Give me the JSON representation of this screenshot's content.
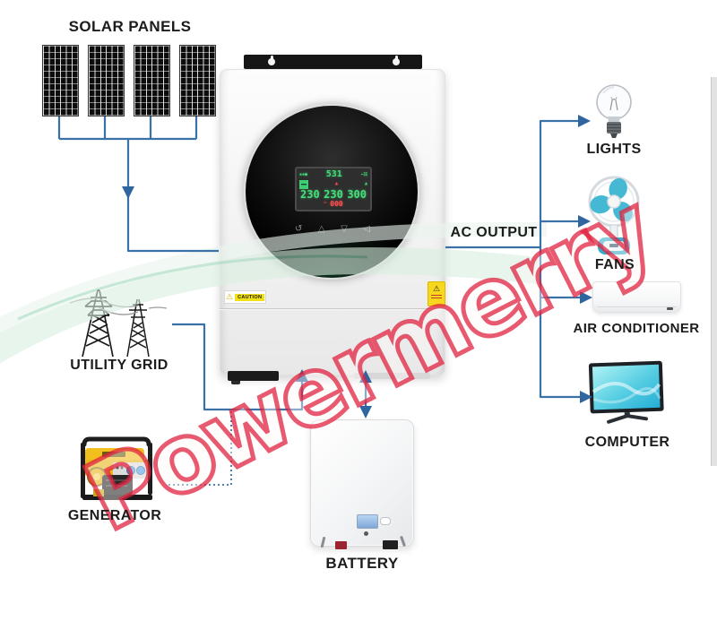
{
  "watermark": {
    "text": "Powermerry",
    "color": "#e0213e"
  },
  "nodes": {
    "solar": {
      "label": "SOLAR PANELS",
      "icon": "solar-panel-icon",
      "panel_count": 4
    },
    "utility": {
      "label": "UTILITY GRID",
      "icon": "transmission-tower-icon"
    },
    "generator": {
      "label": "GENERATOR",
      "icon": "generator-icon"
    },
    "battery": {
      "label": "BATTERY",
      "icon": "battery-icon"
    },
    "ac_output": {
      "label": "AC OUTPUT"
    },
    "loads": [
      {
        "label": "LIGHTS",
        "icon": "bulb-icon"
      },
      {
        "label": "FANS",
        "icon": "fan-icon"
      },
      {
        "label": "AIR CONDITIONER",
        "icon": "air-conditioner-icon"
      },
      {
        "label": "COMPUTER",
        "icon": "monitor-icon"
      }
    ]
  },
  "inverter": {
    "caution_text": "CAUTION",
    "lcd": {
      "top_value": "531",
      "values": [
        "230",
        "230",
        "300"
      ],
      "bottom_value": "000"
    },
    "touch_buttons": [
      "↺",
      "△",
      "▽",
      "◁"
    ]
  },
  "colors": {
    "line_blue": "#3a72a8",
    "arrow_blue": "#2f66a0",
    "swoosh_green": "#cfe9d5",
    "fan_teal": "#45b8d4",
    "generator_yellow": "#f2c01d",
    "lcd_green": "#45e07c",
    "lcd_red": "#ff5252"
  }
}
